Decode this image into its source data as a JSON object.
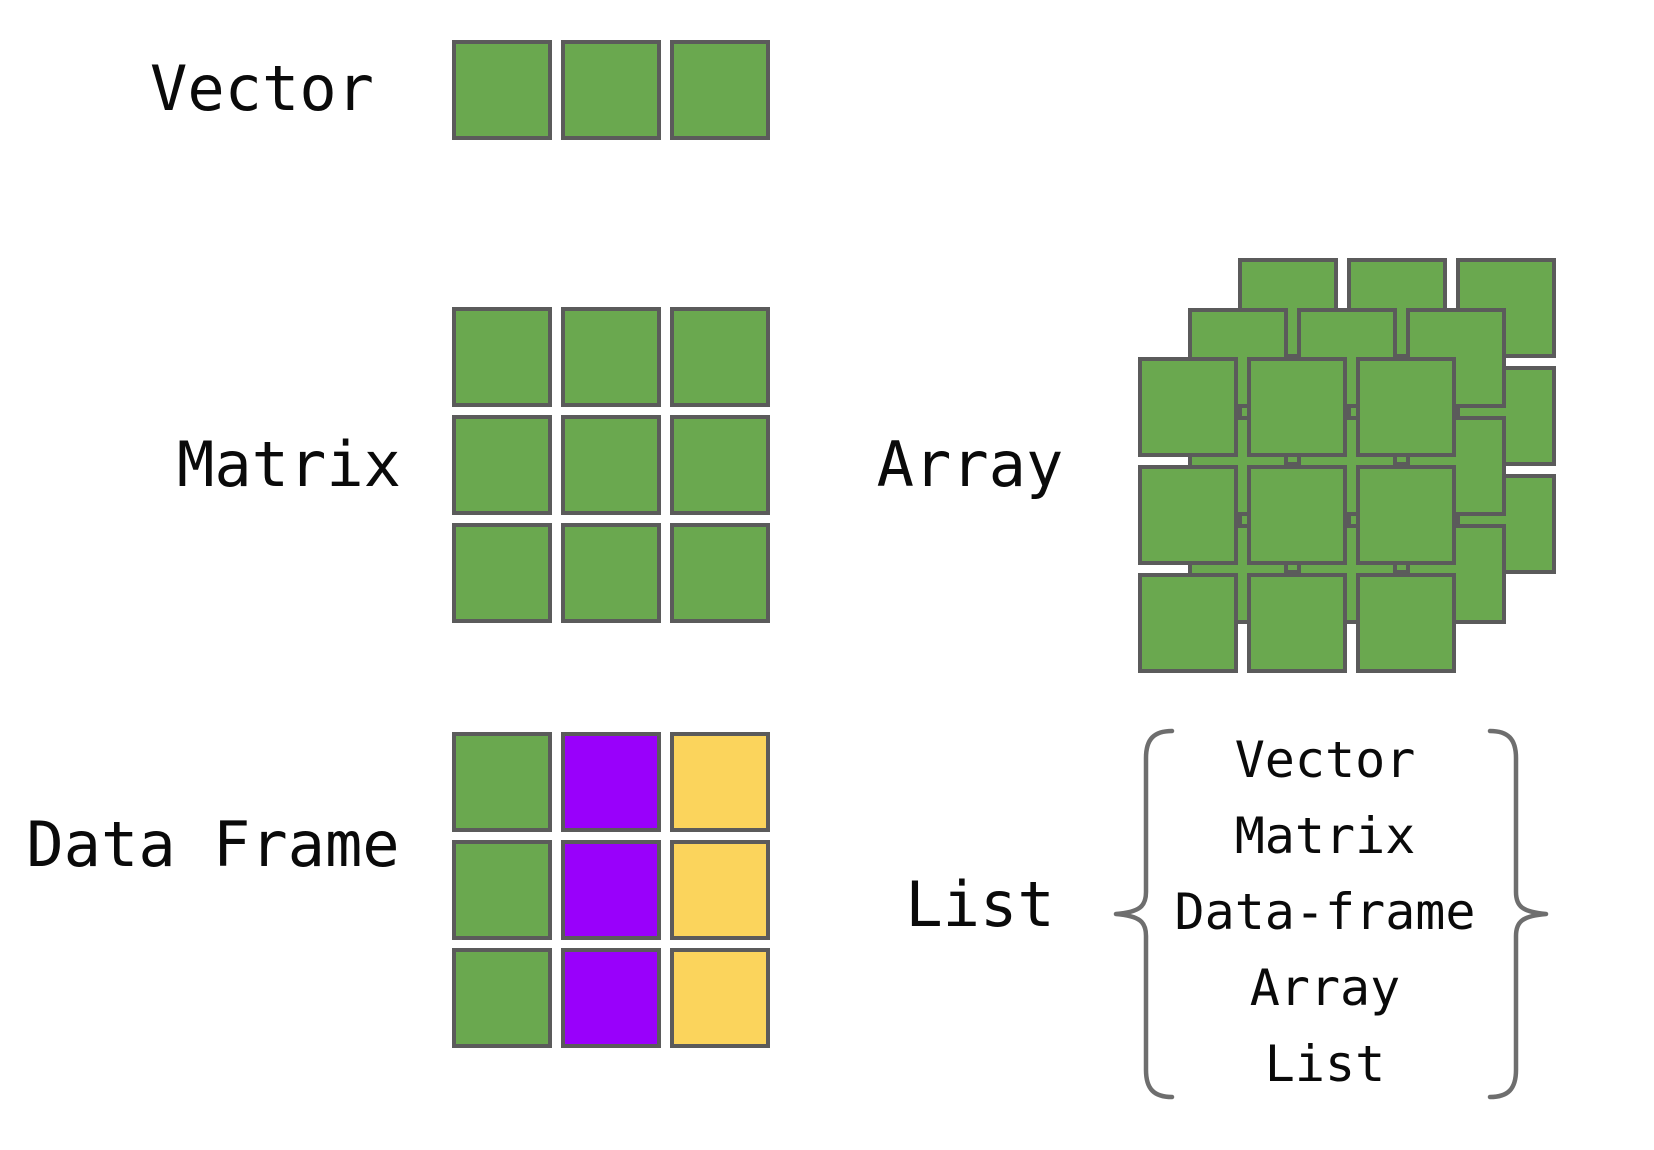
{
  "palette": {
    "green": "#6aa84f",
    "purple": "#9900fb",
    "yellow": "#fbd45c",
    "cell_border": "#5b5b5b",
    "brace_gray": "#6e6e6e",
    "text_black": "#0a0a0a",
    "background": "#ffffff"
  },
  "sections": {
    "vector": {
      "label": "Vector",
      "grid": {
        "rows": 1,
        "cols": 3,
        "cells": [
          [
            "green",
            "green",
            "green"
          ]
        ]
      }
    },
    "matrix": {
      "label": "Matrix",
      "grid": {
        "rows": 3,
        "cols": 3,
        "cells": [
          [
            "green",
            "green",
            "green"
          ],
          [
            "green",
            "green",
            "green"
          ],
          [
            "green",
            "green",
            "green"
          ]
        ]
      }
    },
    "array": {
      "label": "Array",
      "layers": 3,
      "grid": {
        "rows": 3,
        "cols": 3,
        "cells": [
          [
            "green",
            "green",
            "green"
          ],
          [
            "green",
            "green",
            "green"
          ],
          [
            "green",
            "green",
            "green"
          ]
        ]
      }
    },
    "data_frame": {
      "label": "Data Frame",
      "grid": {
        "rows": 3,
        "cols": 3,
        "cells": [
          [
            "green",
            "purple",
            "yellow"
          ],
          [
            "green",
            "purple",
            "yellow"
          ],
          [
            "green",
            "purple",
            "yellow"
          ]
        ]
      }
    },
    "list": {
      "label": "List",
      "items": [
        "Vector",
        "Matrix",
        "Data-frame",
        "Array",
        "List"
      ]
    }
  }
}
